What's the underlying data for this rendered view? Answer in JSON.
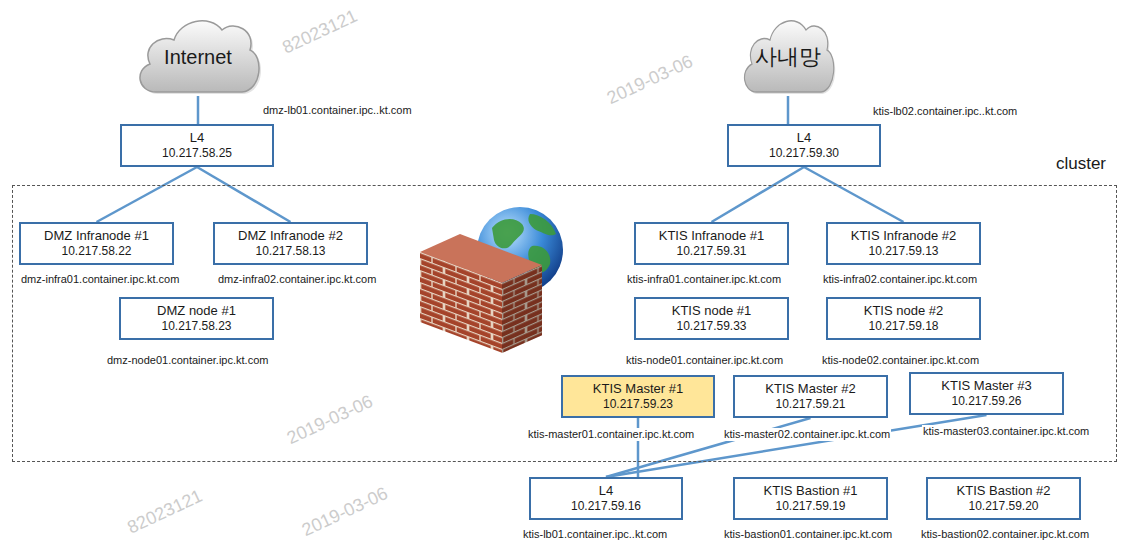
{
  "diagram": {
    "nodes": [
      {
        "text": [
          "Internet"
        ]
      },
      {
        "text": [
          "사내망"
        ]
      },
      {
        "text": [
          "L4",
          "10.217.58.25",
          "dmz-lb01.container.ipc..kt.com"
        ]
      },
      {
        "text": [
          "L4",
          "10.217.59.30",
          "ktis-lb02.container.ipc..kt.com"
        ]
      },
      {
        "text": [
          "cluster"
        ]
      },
      {
        "text": [
          "DMZ Infranode #1",
          "10.217.58.22",
          "dmz-infra01.container.ipc.kt.com"
        ],
        "in": 4
      },
      {
        "text": [
          "DMZ Infranode #2",
          "10.217.58.13",
          "dmz-infra02.container.ipc.kt.com"
        ],
        "in": 4
      },
      {
        "text": [
          "KTIS Infranode #1",
          "10.217.59.31",
          "ktis-infra01.container.ipc.kt.com"
        ],
        "in": 4
      },
      {
        "text": [
          "KTIS Infranode #2",
          "10.217.59.13",
          "ktis-infra02.container.ipc.kt.com"
        ],
        "in": 4
      },
      {
        "text": [
          "DMZ node #1",
          "10.217.58.23",
          "dmz-node01.container.ipc.kt.com"
        ],
        "in": 4
      },
      {
        "text": [
          "KTIS node #1",
          "10.217.59.33",
          "ktis-node01.container.ipc.kt.com"
        ],
        "in": 4
      },
      {
        "text": [
          "KTIS node #2",
          "10.217.59.18",
          "ktis-node02.container.ipc.kt.com"
        ],
        "in": 4
      },
      {
        "text": [
          "KTIS Master #1",
          "10.217.59.23",
          "ktis-master01.container.ipc.kt.com"
        ],
        "in": 4
      },
      {
        "text": [
          "KTIS Master #2",
          "10.217.59.21",
          "ktis-master02.container.ipc.kt.com"
        ],
        "in": 4
      },
      {
        "text": [
          "KTIS Master #3",
          "10.217.59.26",
          "ktis-master03.container.ipc.kt.com"
        ],
        "in": 4
      },
      {
        "text": [
          "L4",
          "10.217.59.16",
          "ktis-lb01.container.ipc..kt.com"
        ]
      },
      {
        "text": [
          "KTIS Bastion #1",
          "10.217.59.19",
          "ktis-bastion01.container.ipc.kt.com"
        ]
      },
      {
        "text": [
          "KTIS Bastion #2",
          "10.217.59.20",
          "ktis-bastion02.container.ipc.kt.com"
        ]
      }
    ],
    "edges": [
      {
        "from": 0,
        "to": 2,
        "arrow": "none"
      },
      {
        "from": 1,
        "to": 3,
        "arrow": "none"
      },
      {
        "from": 2,
        "to": 5,
        "arrow": "none"
      },
      {
        "from": 2,
        "to": 6,
        "arrow": "none"
      },
      {
        "from": 3,
        "to": 7,
        "arrow": "none"
      },
      {
        "from": 3,
        "to": 8,
        "arrow": "none"
      },
      {
        "from": 12,
        "to": 15,
        "arrow": "none"
      },
      {
        "from": 13,
        "to": 15,
        "arrow": "none"
      },
      {
        "from": 14,
        "to": 15,
        "arrow": "none"
      }
    ],
    "labels": [
      "82023121",
      "2019-03-06",
      "2019-03-06",
      "82023121",
      "2019-03-06"
    ]
  }
}
